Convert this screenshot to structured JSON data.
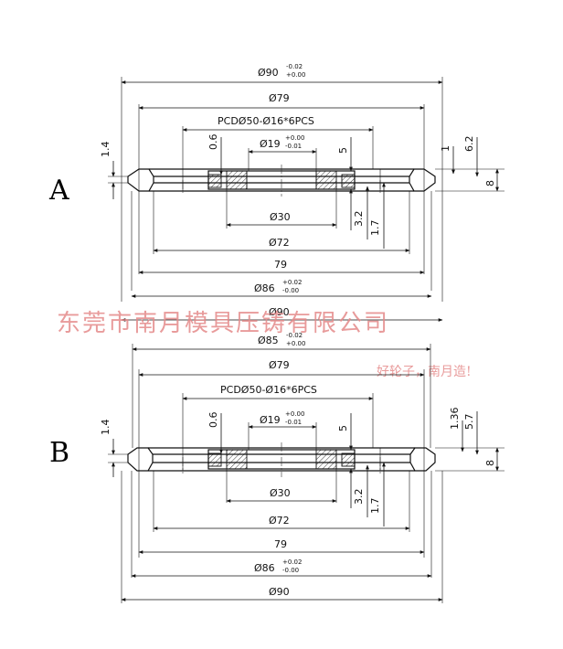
{
  "watermark": {
    "company": "东莞市南月模具压铸有限公司",
    "slogan": "好轮子，南月造!"
  },
  "views": [
    {
      "label": "A",
      "dims": {
        "outer_dia": "Ø90",
        "outer_tol_upper": "-0.02",
        "outer_tol_lower": "+0.00",
        "d79_top": "Ø79",
        "pcd": "PCDØ50-Ø16*6PCS",
        "d19": "Ø19",
        "d19_tol_upper": "+0.00",
        "d19_tol_lower": "-0.01",
        "hub_step": "0.6",
        "left_step": "1.4",
        "right_1": "1",
        "right_6_2": "6.2",
        "width_8": "8",
        "dim_5": "5",
        "dim_3_2": "3.2",
        "dim_1_7": "1.7",
        "d30": "Ø30",
        "d72": "Ø72",
        "d79_bottom": "79",
        "d86": "Ø86",
        "d86_tol_upper": "+0.02",
        "d86_tol_lower": "-0.00",
        "d90_bottom": "Ø90"
      }
    },
    {
      "label": "B",
      "dims": {
        "outer_dia": "Ø85",
        "outer_tol_upper": "-0.02",
        "outer_tol_lower": "+0.00",
        "d79_top": "Ø79",
        "pcd": "PCDØ50-Ø16*6PCS",
        "d19": "Ø19",
        "d19_tol_upper": "+0.00",
        "d19_tol_lower": "-0.01",
        "hub_step": "0.6",
        "left_step": "1.4",
        "right_1_36": "1.36",
        "right_5_7": "5.7",
        "width_8": "8",
        "dim_5": "5",
        "dim_3_2": "3.2",
        "dim_1_7": "1.7",
        "d30": "Ø30",
        "d72": "Ø72",
        "d79_bottom": "79",
        "d86": "Ø86",
        "d86_tol_upper": "+0.02",
        "d86_tol_lower": "-0.00",
        "d90_bottom": "Ø90"
      }
    }
  ]
}
